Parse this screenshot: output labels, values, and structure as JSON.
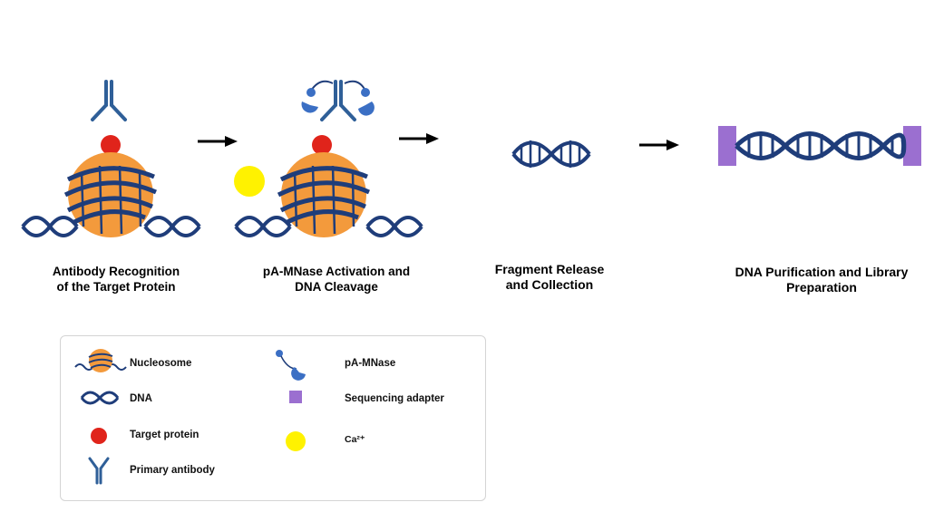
{
  "steps": [
    {
      "label_line1": "Antibody Recognition",
      "label_line2": "of the Target Protein"
    },
    {
      "label_line1": "pA-MNase Activation and",
      "label_line2": "DNA Cleavage"
    },
    {
      "label_line1": "Fragment Release",
      "label_line2": "and Collection"
    },
    {
      "label_line1": "DNA Purification and Library",
      "label_line2": "Preparation"
    }
  ],
  "legend": {
    "nucleosome": "Nucleosome",
    "dna": "DNA",
    "target_protein": "Target protein",
    "primary_antibody": "Primary antibody",
    "pa_mnase": "pA-MNase",
    "sequencing_adapter": "Sequencing adapter",
    "calcium": "Ca²⁺"
  },
  "colors": {
    "dna": "#1f3d7a",
    "nucleosome": "#f39a3c",
    "target_protein": "#e0241b",
    "antibody": "#2f5f98",
    "pa_mnase": "#3b6fc4",
    "adapter": "#9b6fd0",
    "calcium": "#fff200"
  }
}
